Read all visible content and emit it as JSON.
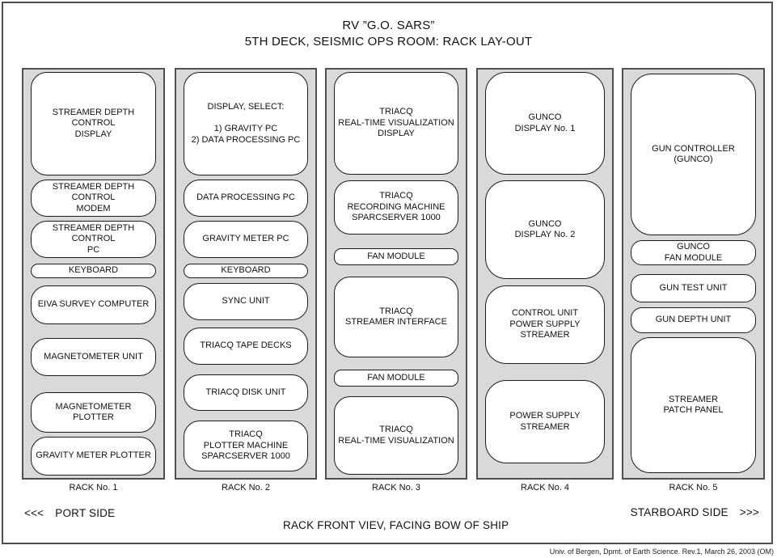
{
  "title": {
    "line1": "RV ”G.O. SARS”",
    "line2": "5TH DECK, SEISMIC OPS ROOM: RACK LAY-OUT"
  },
  "racks": [
    {
      "label": "RACK No. 1",
      "items": [
        {
          "label": "STREAMER DEPTH\nCONTROL\nDISPLAY"
        },
        {
          "label": "STREAMER DEPTH\nCONTROL\nMODEM"
        },
        {
          "label": "STREAMER DEPTH\nCONTROL\nPC"
        },
        {
          "label": "KEYBOARD"
        },
        {
          "label": "EIVA SURVEY COMPUTER"
        },
        {
          "label": "MAGNETOMETER UNIT"
        },
        {
          "label": "MAGNETOMETER\nPLOTTER"
        },
        {
          "label": "GRAVITY METER PLOTTER"
        }
      ]
    },
    {
      "label": "RACK No. 2",
      "items": [
        {
          "label": "DISPLAY, SELECT:\n\n1) GRAVITY PC\n2) DATA PROCESSING PC"
        },
        {
          "label": "DATA PROCESSING PC"
        },
        {
          "label": "GRAVITY METER PC"
        },
        {
          "label": "KEYBOARD"
        },
        {
          "label": "SYNC UNIT"
        },
        {
          "label": "TRIACQ TAPE DECKS"
        },
        {
          "label": "TRIACQ DISK UNIT"
        },
        {
          "label": "TRIACQ\nPLOTTER MACHINE\nSPARCSERVER 1000"
        }
      ]
    },
    {
      "label": "RACK No. 3",
      "items": [
        {
          "label": "TRIACQ\nREAL-TIME VISUALIZATION\nDISPLAY"
        },
        {
          "label": "TRIACQ\nRECORDING MACHINE\nSPARCSERVER 1000"
        },
        {
          "label": "FAN MODULE"
        },
        {
          "label": "TRIACQ\nSTREAMER INTERFACE"
        },
        {
          "label": "FAN MODULE"
        },
        {
          "label": "TRIACQ\nREAL-TIME VISUALIZATION"
        }
      ]
    },
    {
      "label": "RACK No. 4",
      "items": [
        {
          "label": "GUNCO\nDISPLAY No. 1"
        },
        {
          "label": "GUNCO\nDISPLAY No. 2"
        },
        {
          "label": "CONTROL UNIT\nPOWER SUPPLY\nSTREAMER"
        },
        {
          "label": "POWER SUPPLY\nSTREAMER"
        }
      ]
    },
    {
      "label": "RACK No. 5",
      "items": [
        {
          "label": "GUN CONTROLLER\n(GUNCO)"
        },
        {
          "label": "GUNCO\nFAN MODULE"
        },
        {
          "label": "GUN TEST UNIT"
        },
        {
          "label": "GUN DEPTH UNIT"
        },
        {
          "label": "STREAMER\nPATCH PANEL"
        }
      ]
    }
  ],
  "footer": {
    "port_arrows": "<<<",
    "port_label": "PORT SIDE",
    "starboard_label": "STARBOARD SIDE",
    "starboard_arrows": ">>>",
    "caption": "RACK FRONT VIEV, FACING BOW OF SHIP",
    "credit": "Univ. of Bergen, Dpmt. of Earth Science. Rev.1, March 26, 2003 (OM)"
  },
  "colors": {
    "rack_fill": "#d9d9d9",
    "rack_border": "#4f4f4f",
    "box_border": "#1b1b1b",
    "text": "#111111"
  }
}
